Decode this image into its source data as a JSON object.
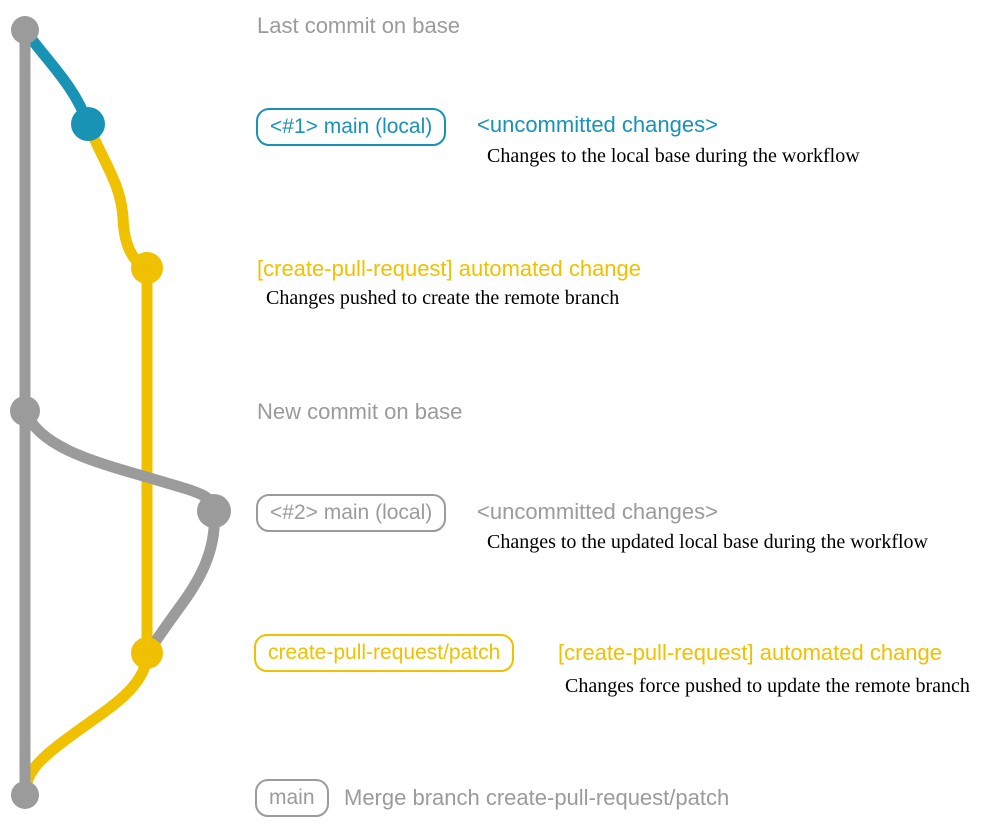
{
  "colors": {
    "gray": "#9b9b9b",
    "blue": "#1993b5",
    "yellow": "#efc100",
    "black": "#000000"
  },
  "graph": {
    "type": "git-branch-workflow",
    "branches": [
      {
        "name": "base",
        "color": "#9b9b9b"
      },
      {
        "name": "main-local",
        "colors": [
          "#1993b5",
          "#9b9b9b"
        ]
      },
      {
        "name": "create-pull-request-patch",
        "color": "#efc100"
      }
    ],
    "commits": [
      {
        "name": "last-commit-on-base",
        "branch": "base",
        "color": "gray"
      },
      {
        "name": "local-change-1",
        "branch": "main-local",
        "color": "blue"
      },
      {
        "name": "automated-change-1",
        "branch": "create-pull-request-patch",
        "color": "yellow"
      },
      {
        "name": "new-commit-on-base",
        "branch": "base",
        "color": "gray"
      },
      {
        "name": "local-change-2",
        "branch": "main-local",
        "color": "gray"
      },
      {
        "name": "automated-change-2",
        "branch": "create-pull-request-patch",
        "color": "yellow"
      },
      {
        "name": "merge-commit",
        "branch": "base",
        "color": "gray"
      }
    ]
  },
  "annotations": {
    "last_commit": "Last commit on base",
    "new_commit": "New commit on base",
    "row1": {
      "branch_label": "<#1> main (local)",
      "status": "<uncommitted changes>",
      "description": "Changes to the local base during the workflow"
    },
    "row2": {
      "message": "[create-pull-request] automated change",
      "description": "Changes pushed to create the remote branch"
    },
    "row3": {
      "branch_label": "<#2> main (local)",
      "status": "<uncommitted changes>",
      "description": "Changes to the updated local base during the workflow"
    },
    "row4": {
      "branch_label": "create-pull-request/patch",
      "message": "[create-pull-request] automated change",
      "description": "Changes force pushed to update the remote branch"
    },
    "row5": {
      "branch_label": "main",
      "message": "Merge branch create-pull-request/patch"
    }
  }
}
